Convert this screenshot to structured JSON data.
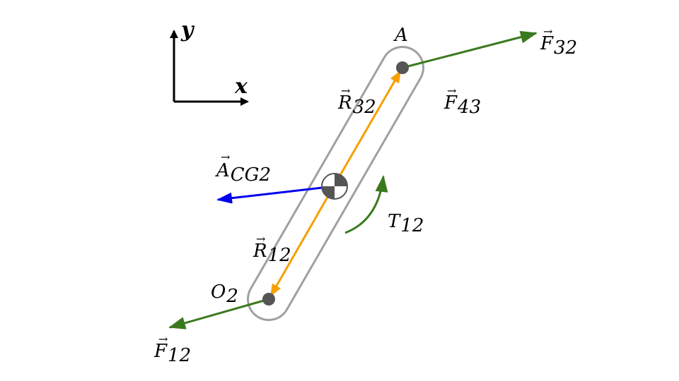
{
  "axes": {
    "x_label": "x",
    "y_label": "y"
  },
  "points": {
    "a_label": "A",
    "o2_main": "O",
    "o2_sub": "2"
  },
  "vectors": {
    "f32": {
      "main": "F",
      "sub": "32",
      "arrow": "→"
    },
    "f43": {
      "main": "F",
      "sub": "43",
      "arrow": "→"
    },
    "f12": {
      "main": "F",
      "sub": "12",
      "arrow": "→"
    },
    "r32": {
      "main": "R",
      "sub": "32",
      "arrow": "→"
    },
    "r12": {
      "main": "R",
      "sub": "12",
      "arrow": "→"
    },
    "acg2": {
      "main": "A",
      "sub": "CG2",
      "arrow": "→"
    }
  },
  "torque": {
    "main": "T",
    "sub": "12"
  },
  "colors": {
    "force": "#3a7a1e",
    "position": "#f5a000",
    "acceleration": "#0000ee",
    "link_outline": "#a0a0a0",
    "pin": "#555555",
    "axes": "#000000"
  }
}
